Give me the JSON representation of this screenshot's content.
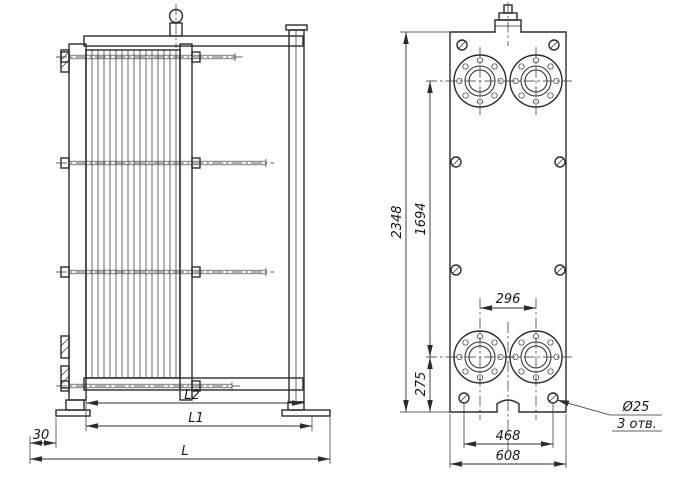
{
  "side_view": {
    "l2": "L2",
    "l1": "L1",
    "offset30": "30",
    "l": "L"
  },
  "front_view": {
    "overall_height": "2348",
    "port_center_rise": "1694",
    "bottom_port_height": "275",
    "port_span": "296",
    "foot_hole_span": "468",
    "overall_width": "608",
    "hole_diameter": "Ø25",
    "hole_count": "3 отв."
  }
}
